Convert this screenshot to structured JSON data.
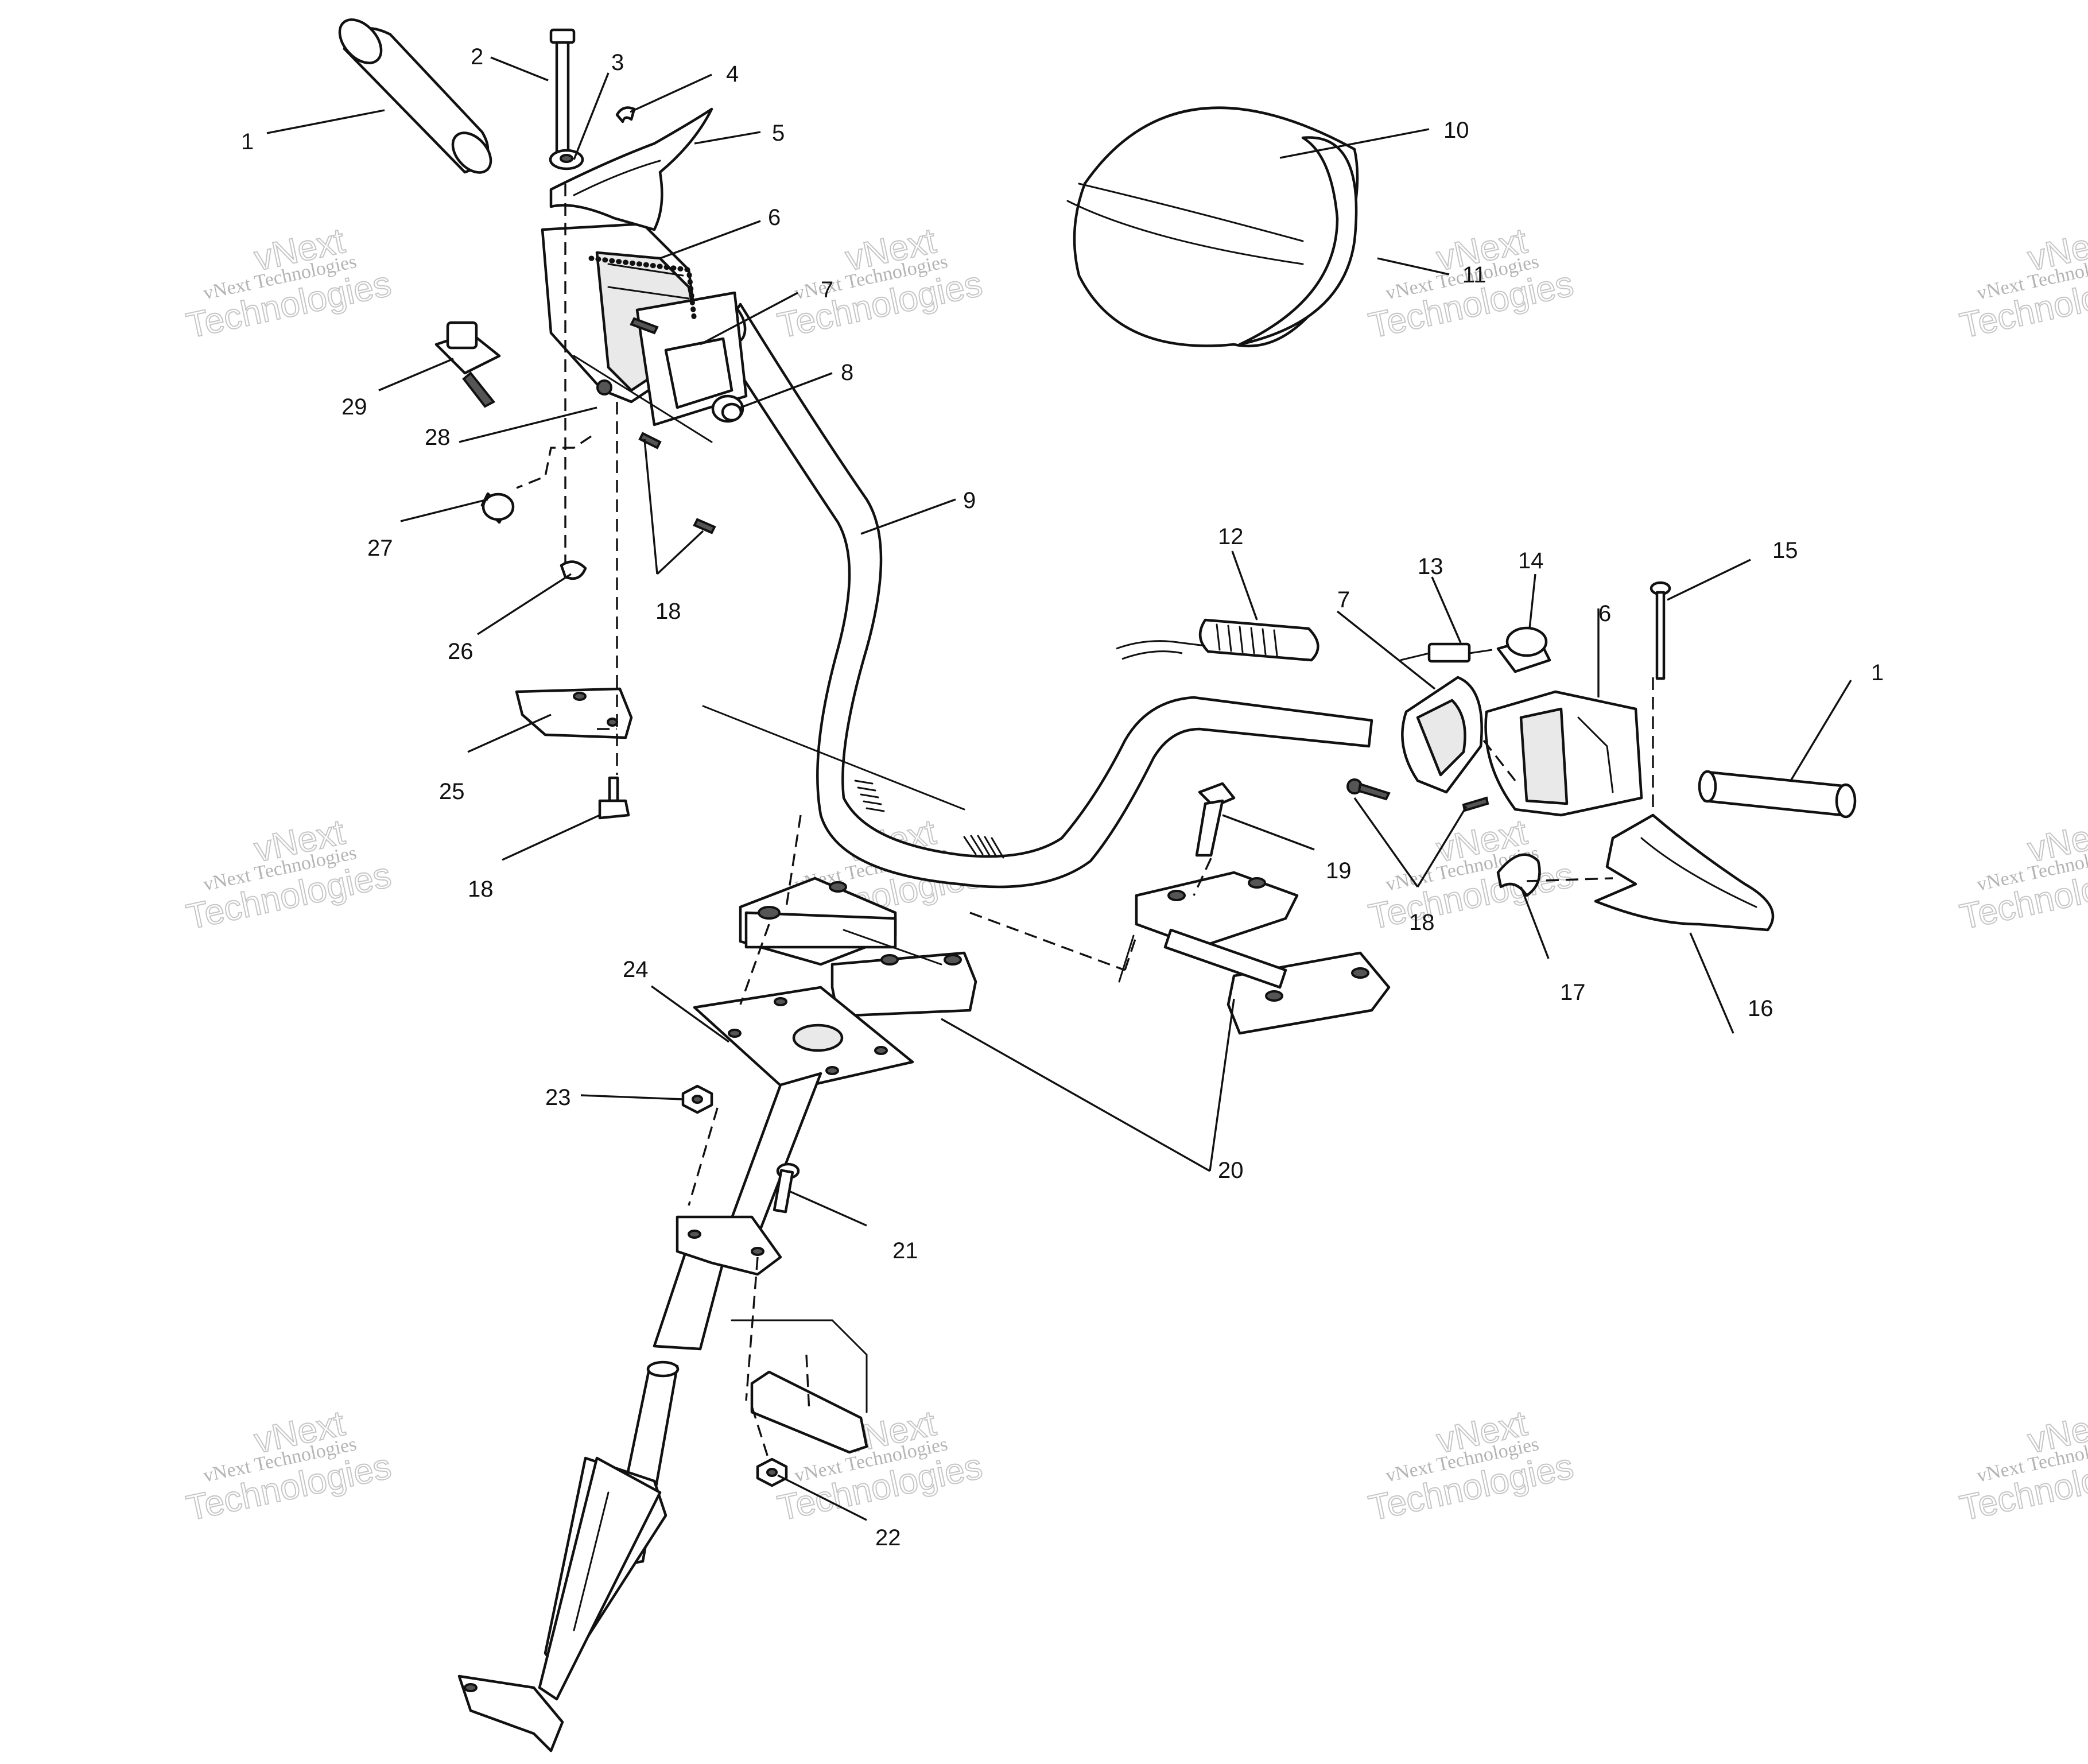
{
  "callouts": {
    "c1a": "1",
    "c1b": "1",
    "c2": "2",
    "c3": "3",
    "c4": "4",
    "c5": "5",
    "c6a": "6",
    "c6b": "6",
    "c7a": "7",
    "c7b": "7",
    "c8": "8",
    "c9": "9",
    "c10": "10",
    "c11": "11",
    "c12": "12",
    "c13": "13",
    "c14": "14",
    "c15": "15",
    "c16": "16",
    "c17": "17",
    "c18a": "18",
    "c18b": "18",
    "c18c": "18",
    "c19": "19",
    "c20": "20",
    "c21": "21",
    "c22": "22",
    "c23": "23",
    "c24": "24",
    "c25": "25",
    "c26": "26",
    "c27": "27",
    "c28": "28",
    "c29": "29"
  },
  "watermark": {
    "small": "vNext Technologies",
    "big": "Technologies",
    "top": "vNext"
  }
}
